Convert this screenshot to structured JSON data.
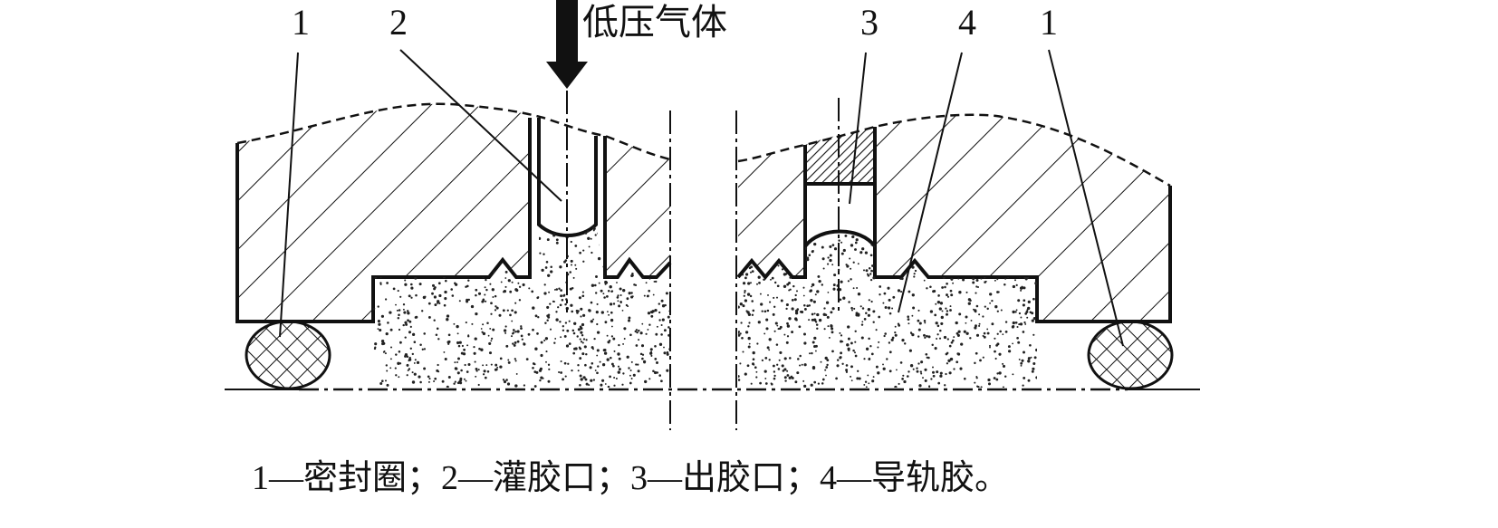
{
  "diagram": {
    "title": "低压气体",
    "labels": {
      "seal_left": "1",
      "inlet": "2",
      "outlet": "3",
      "glue": "4",
      "seal_right": "1"
    },
    "caption": "1—密封圈；2—灌胶口；3—出胶口；4—导轨胶。"
  }
}
